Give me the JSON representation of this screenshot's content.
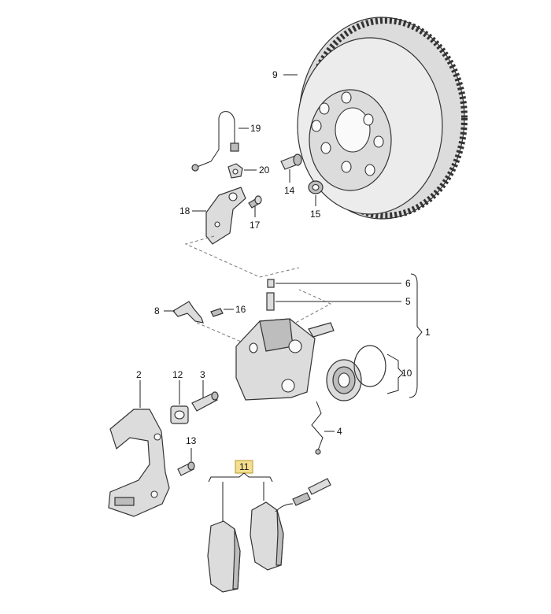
{
  "callouts": {
    "c1": "1",
    "c2": "2",
    "c3": "3",
    "c4": "4",
    "c5": "5",
    "c6": "6",
    "c8": "8",
    "c9": "9",
    "c10": "10",
    "c11": "11",
    "c12": "12",
    "c13": "13",
    "c14": "14",
    "c15": "15",
    "c16": "16",
    "c17": "17",
    "c18": "18",
    "c19": "19",
    "c20": "20"
  },
  "colors": {
    "highlight_fill": "#f3df8f",
    "part_fill": "#dcdcdc",
    "line": "#333333"
  }
}
